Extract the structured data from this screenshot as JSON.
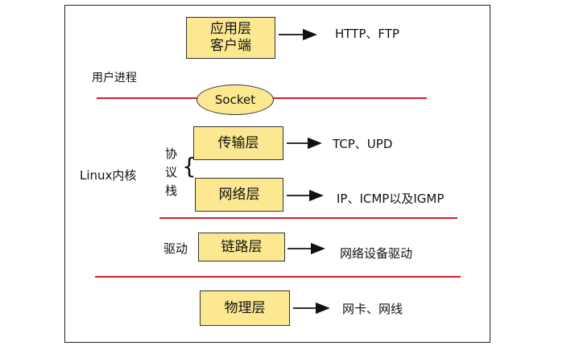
{
  "layers": {
    "app_line1": "应用层",
    "app_line2": "客户端",
    "transport": "传输层",
    "network": "网络层",
    "link": "链路层",
    "physical": "物理层"
  },
  "protocols": {
    "app": "HTTP、FTP",
    "transport": "TCP、UPD",
    "network": "IP、ICMP以及IGMP",
    "link": "网络设备驱动",
    "physical": "网卡、网线"
  },
  "labels": {
    "user_process": "用户进程",
    "socket": "Socket",
    "linux_kernel": "Linux内核",
    "stack_chars": [
      "协",
      "议",
      "栈"
    ],
    "driver": "驱动"
  },
  "colors": {
    "box_fill": "#fbe891",
    "separator": "#d81e2a"
  }
}
